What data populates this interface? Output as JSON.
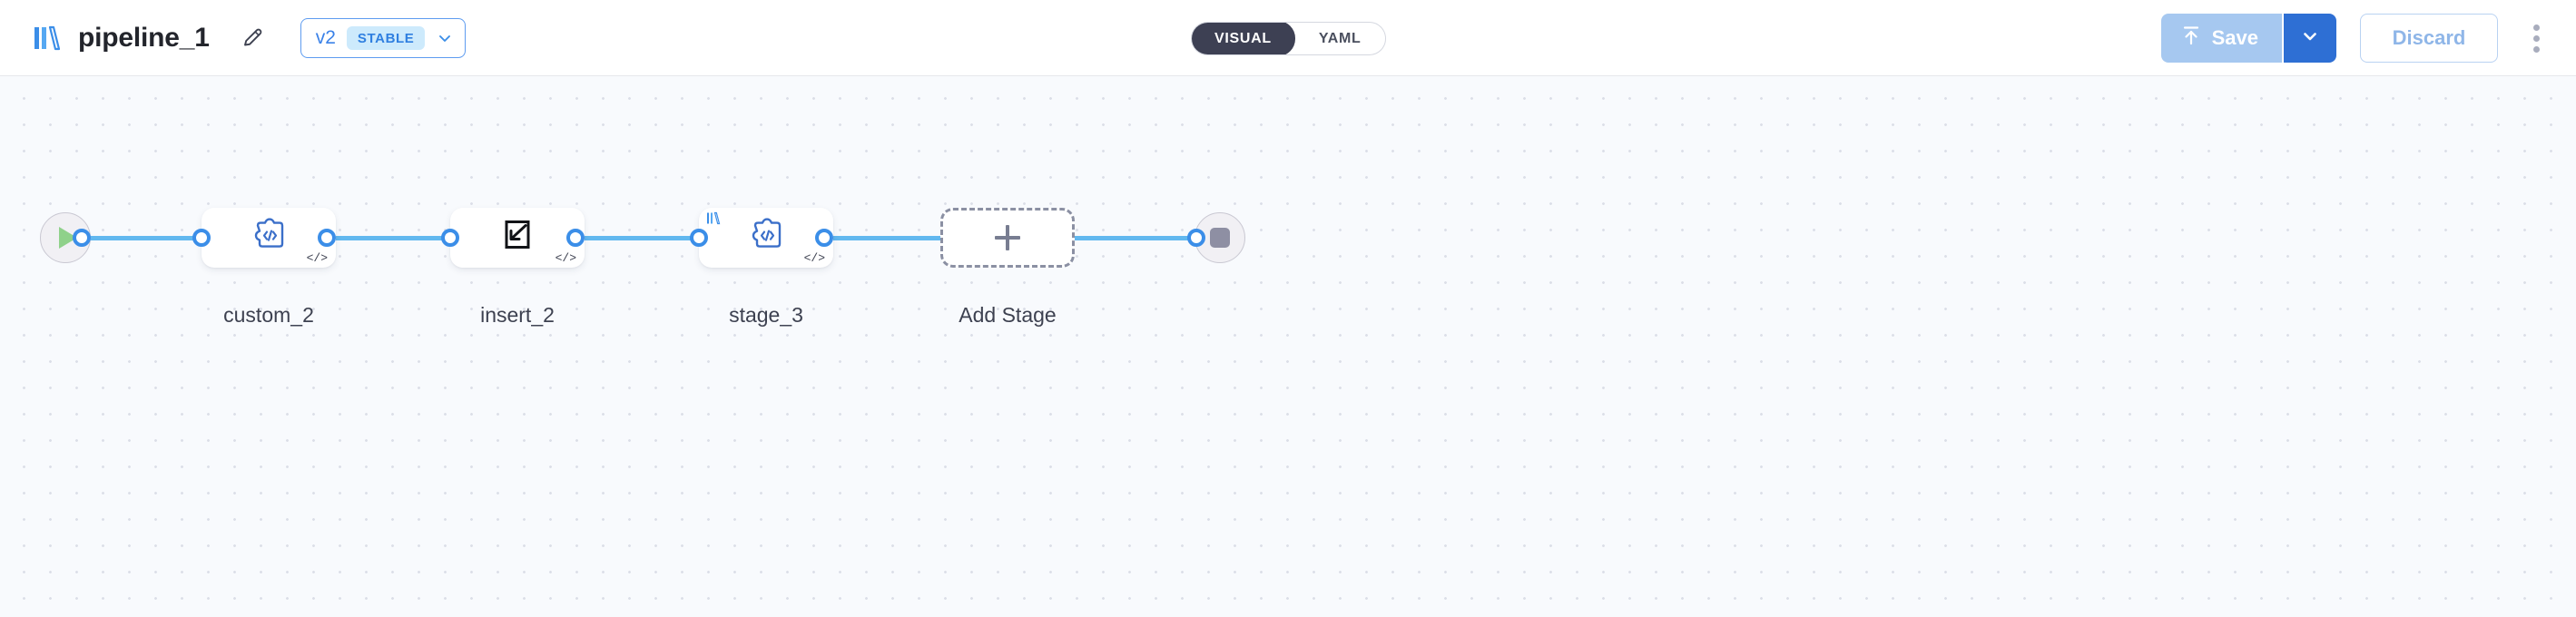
{
  "header": {
    "logo_icon": "pipeline-logo-icon",
    "title": "pipeline_1",
    "edit_icon": "pencil-icon",
    "version": {
      "label": "v2",
      "badge": "STABLE",
      "chevron_icon": "chevron-down-icon"
    },
    "view_toggle": {
      "options": [
        "VISUAL",
        "YAML"
      ],
      "selected": "VISUAL",
      "visual_label": "VISUAL",
      "yaml_label": "YAML"
    },
    "actions": {
      "save_label": "Save",
      "save_icon": "upload-arrow-icon",
      "save_caret_icon": "chevron-down-icon",
      "discard_label": "Discard",
      "overflow_icon": "kebab-menu-icon"
    },
    "colors": {
      "accent_blue": "#3b82e8",
      "save_disabled": "#a6c8f0",
      "save_caret": "#2e6fd4",
      "toggle_active": "#3d4053",
      "badge_bg": "#cdeafc"
    }
  },
  "canvas": {
    "background": "#f8fafd",
    "dot_color": "#dcdfe8",
    "edge_color": "#62b8ef",
    "port_color": "#3b8ee8",
    "start_node": {
      "name": "start-node",
      "icon": "play-icon"
    },
    "end_node": {
      "name": "end-node",
      "icon": "stop-icon"
    },
    "stages": [
      {
        "label": "custom_2",
        "icon": "custom-code-puzzle-icon",
        "code_tag": "</>",
        "has_logo_badge": false
      },
      {
        "label": "insert_2",
        "icon": "insert-arrow-square-icon",
        "code_tag": "</>",
        "has_logo_badge": false
      },
      {
        "label": "stage_3",
        "icon": "custom-code-puzzle-icon",
        "code_tag": "</>",
        "has_logo_badge": true,
        "logo_badge_icon": "pipeline-logo-icon"
      }
    ],
    "add_stage": {
      "label": "Add Stage",
      "icon": "plus-icon"
    }
  }
}
